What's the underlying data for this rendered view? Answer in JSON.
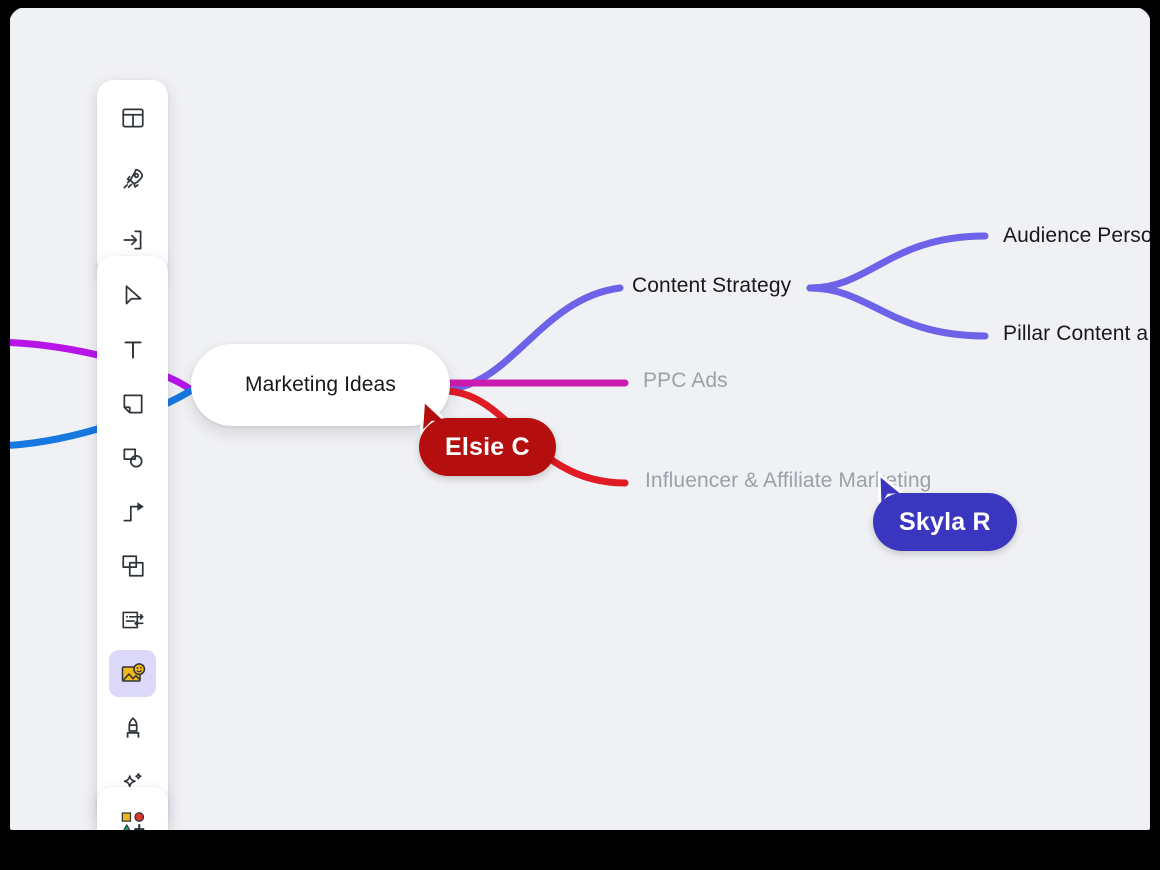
{
  "app": {
    "canvas_background": "#F0F1F4",
    "frame_color": "#000000"
  },
  "mindmap": {
    "root": {
      "label": "Marketing Ideas",
      "color": "#FFFFFF",
      "text_color": "#19191D"
    },
    "branches": [
      {
        "label": "Content Strategy",
        "color": "#6C63E8",
        "state": "filled",
        "children": [
          {
            "label": "Audience Perso",
            "color": "#6C63E8",
            "clipped": true
          },
          {
            "label": "Pillar Content a",
            "color": "#6C63E8",
            "clipped": true
          }
        ]
      },
      {
        "label": "PPC Ads",
        "color": "#CC1BB0",
        "state": "placeholder",
        "children": []
      },
      {
        "label": "Influencer & Affiliate Marketing",
        "color": "#E01B24",
        "state": "placeholder",
        "children": []
      }
    ],
    "offscreen_branch_colors": [
      "#B715E8",
      "#1778E0"
    ],
    "placeholder_text_color": "#9BA1A9"
  },
  "collaborators": [
    {
      "name": "Elsie C",
      "color": "#B50E0E",
      "pointer": "cursor-arrow"
    },
    {
      "name": "Skyla R",
      "color": "#3A36C0",
      "pointer": "cursor-arrow"
    }
  ],
  "toolbars": {
    "top": {
      "items": [
        {
          "name": "layout-template-icon",
          "label": "Templates"
        },
        {
          "name": "rocket-icon",
          "label": "Quick start"
        },
        {
          "name": "enter-arrow-icon",
          "label": "Import"
        }
      ]
    },
    "main": {
      "active_tool": "image-sticker-icon",
      "active_background": "#DCD8F9",
      "items": [
        {
          "name": "cursor-select-icon",
          "label": "Select"
        },
        {
          "name": "text-tool-icon",
          "label": "Text"
        },
        {
          "name": "sticky-note-icon",
          "label": "Sticky note"
        },
        {
          "name": "shapes-icon",
          "label": "Shapes"
        },
        {
          "name": "connector-arrow-icon",
          "label": "Connector"
        },
        {
          "name": "frame-icon",
          "label": "Frame"
        },
        {
          "name": "flowchart-icon",
          "label": "Diagram"
        },
        {
          "name": "image-sticker-icon",
          "label": "Image & sticker"
        },
        {
          "name": "marker-pen-icon",
          "label": "Pen"
        },
        {
          "name": "ai-sparkle-icon",
          "label": "AI assist"
        }
      ]
    },
    "bottom": {
      "items": [
        {
          "name": "more-shapes-icon",
          "label": "More shapes"
        }
      ]
    }
  }
}
